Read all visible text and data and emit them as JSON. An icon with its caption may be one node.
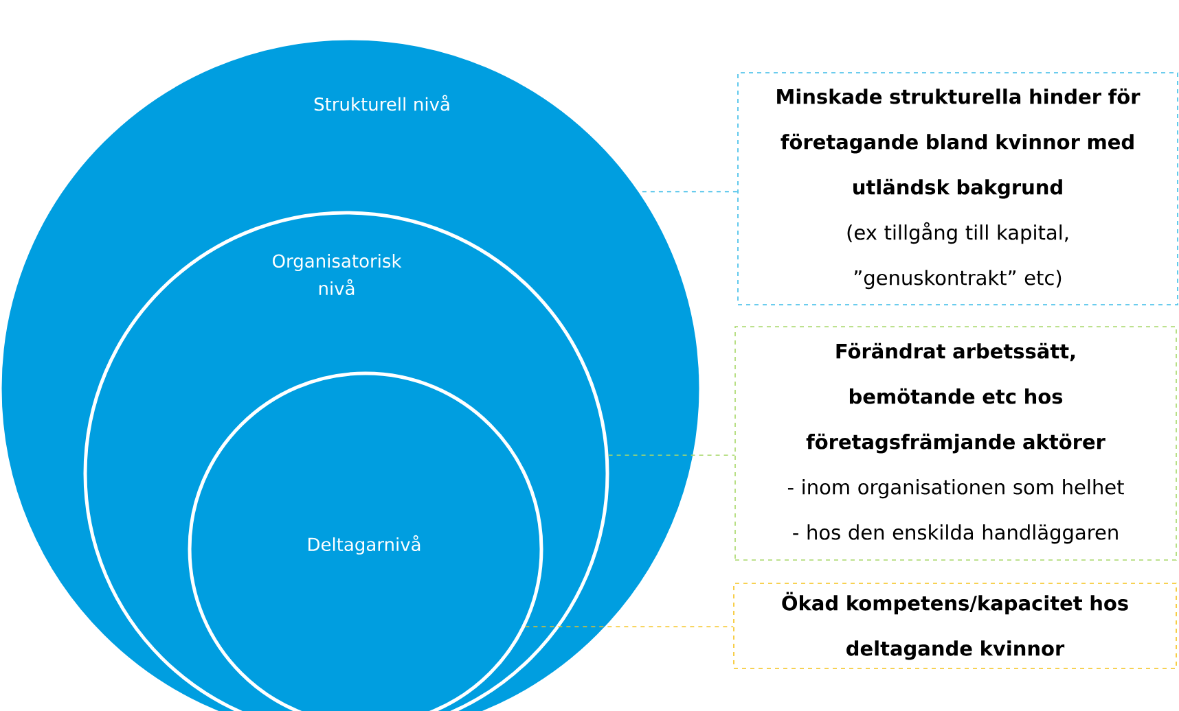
{
  "diagram": {
    "nodes": [
      {
        "text": [
          "Strukturell nivå"
        ]
      },
      {
        "text": [
          "Organisatorisk nivå"
        ],
        "in": 0
      },
      {
        "text": [
          "Deltagarnivå"
        ],
        "in": 1
      },
      {
        "text": [
          "Minskade strukturella hinder för företagande bland kvinnor med utländsk bakgrund",
          "(ex tillgång till kapital, ”genuskontrakt” etc)"
        ]
      },
      {
        "text": [
          "Förändrat arbetssätt, bemötande etc hos företagsfrämjande aktörer",
          "- inom organisationen som helhet",
          "- hos den enskilda handläggaren"
        ]
      },
      {
        "text": [
          "Ökad kompetens/kapacitet hos deltagande kvinnor"
        ]
      }
    ],
    "edges": [
      {
        "from": 0,
        "to": 3,
        "arrow": "none",
        "style": "dashed",
        "color": "#3bbce8"
      },
      {
        "from": 1,
        "to": 4,
        "arrow": "none",
        "style": "dashed",
        "color": "#a8d86a"
      },
      {
        "from": 2,
        "to": 5,
        "arrow": "none",
        "style": "dashed",
        "color": "#f5c21a"
      }
    ]
  }
}
